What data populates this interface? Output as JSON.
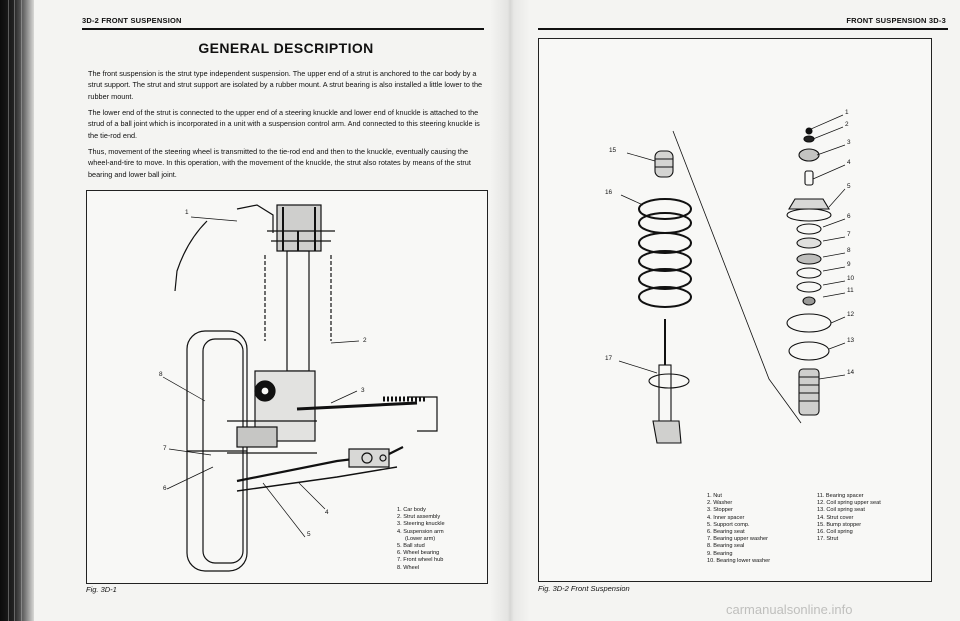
{
  "left_page": {
    "header": "3D-2 FRONT SUSPENSION",
    "title": "GENERAL DESCRIPTION",
    "paragraphs": [
      "The front suspension is the strut type independent suspension. The upper end of a strut is anchored to the car body by a strut support. The strut and strut support are isolated by a rubber mount. A strut bearing is also installed a little lower to the rubber mount.",
      "The lower end of the strut is connected to the upper end of a steering knuckle and lower end of knuckle is attached to the strud of a ball joint which is incorporated in a unit with a suspension control arm. And connected to this steering knuckle is the tie-rod end.",
      "Thus, movement of the steering wheel is transmitted to the tie-rod end and then to the knuckle, eventually causing the wheel-and-tire to move. In this operation, with the movement of the knuckle, the strut also rotates by means of the strut bearing and lower ball joint."
    ],
    "figure": {
      "caption": "Fig. 3D-1",
      "callouts": [
        "1",
        "2",
        "3",
        "4",
        "5",
        "6",
        "7",
        "8"
      ],
      "legend": [
        "1. Car body",
        "2. Strut assembly",
        "3. Steering knuckle",
        "4. Suspension arm",
        "(Lower arm)",
        "5. Ball stud",
        "6. Wheel bearing",
        "7. Front wheel hub",
        "8. Wheel"
      ]
    }
  },
  "right_page": {
    "header": "FRONT SUSPENSION 3D-3",
    "figure": {
      "caption": "Fig. 3D-2 Front Suspension",
      "callouts": [
        "1",
        "2",
        "3",
        "4",
        "5",
        "6",
        "7",
        "8",
        "9",
        "10",
        "11",
        "12",
        "13",
        "14",
        "15",
        "16",
        "17"
      ],
      "legend_col1": [
        "1. Nut",
        "2. Washer",
        "3. Stopper",
        "4. Inner spacer",
        "5. Support comp.",
        "6. Bearing seat",
        "7. Bearing upper washer",
        "8. Bearing seal",
        "9. Bearing",
        "10. Bearing lower washer"
      ],
      "legend_col2": [
        "11. Bearing spacer",
        "12. Coil spring upper seat",
        "13. Coil spring seat",
        "14. Strut cover",
        "15. Bump stopper",
        "16. Coil spring",
        "17. Strut"
      ]
    }
  },
  "watermark": "carmanualsonline.info"
}
